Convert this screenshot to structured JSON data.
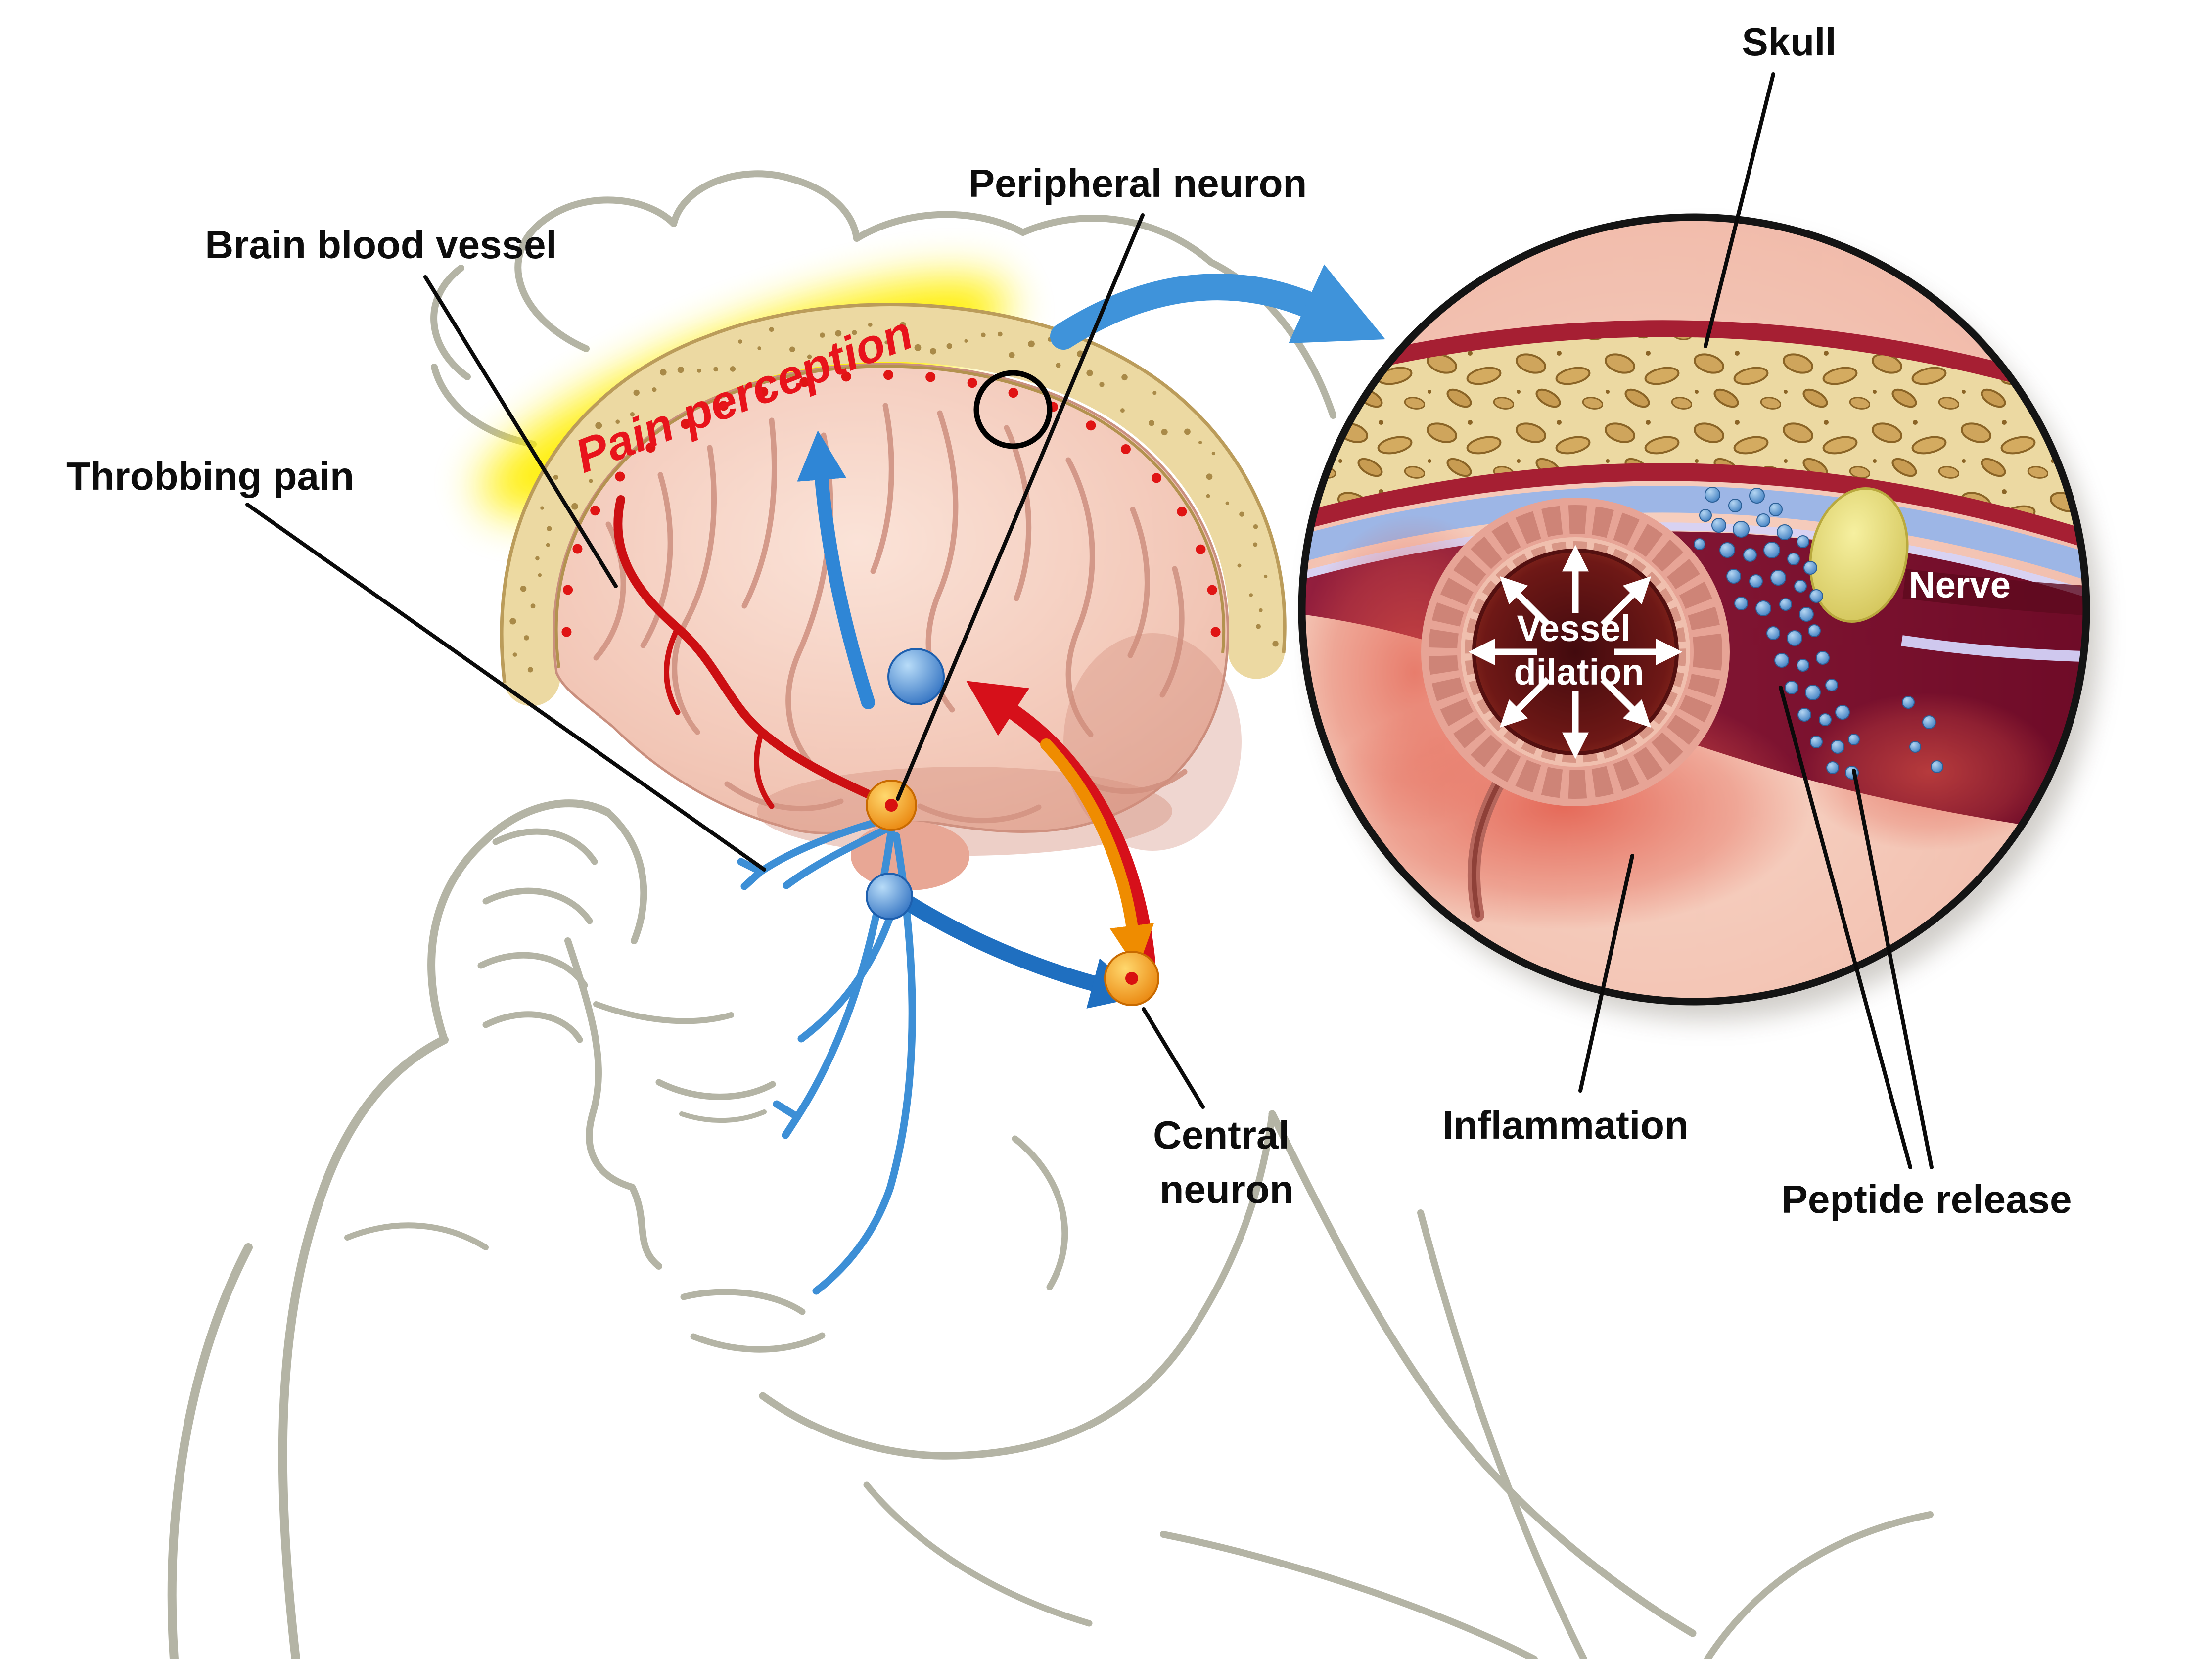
{
  "diagram": {
    "annotations": {
      "brain_blood_vessel": "Brain blood vessel",
      "peripheral_neuron": "Peripheral neuron",
      "throbbing_pain": "Throbbing pain",
      "pain_perception": "Pain perception",
      "central_neuron": [
        "Central",
        "neuron"
      ],
      "skull": "Skull",
      "vessel_dilation": [
        "Vessel",
        "dilation"
      ],
      "nerve": "Nerve",
      "inflammation": "Inflammation",
      "peptide_release": "Peptide release"
    },
    "colors": {
      "sketch_gray": "#b4b4a5",
      "label_black": "#0d0d0d",
      "pain_red": "#e8131b",
      "highlight_yellow": "#ffee00",
      "skull_tan": "#ecd9a2",
      "brain_pink": "#f2c6b6",
      "vessel_red": "#cc0f12",
      "signal_blue": "#2f86d6",
      "neuron_orange": "#e87f06",
      "peptide_blue": "#3c7cc0",
      "maroon": "#7e1230",
      "inflammation_pink": "#e25847",
      "nerve_yellow": "#cfc052"
    }
  }
}
